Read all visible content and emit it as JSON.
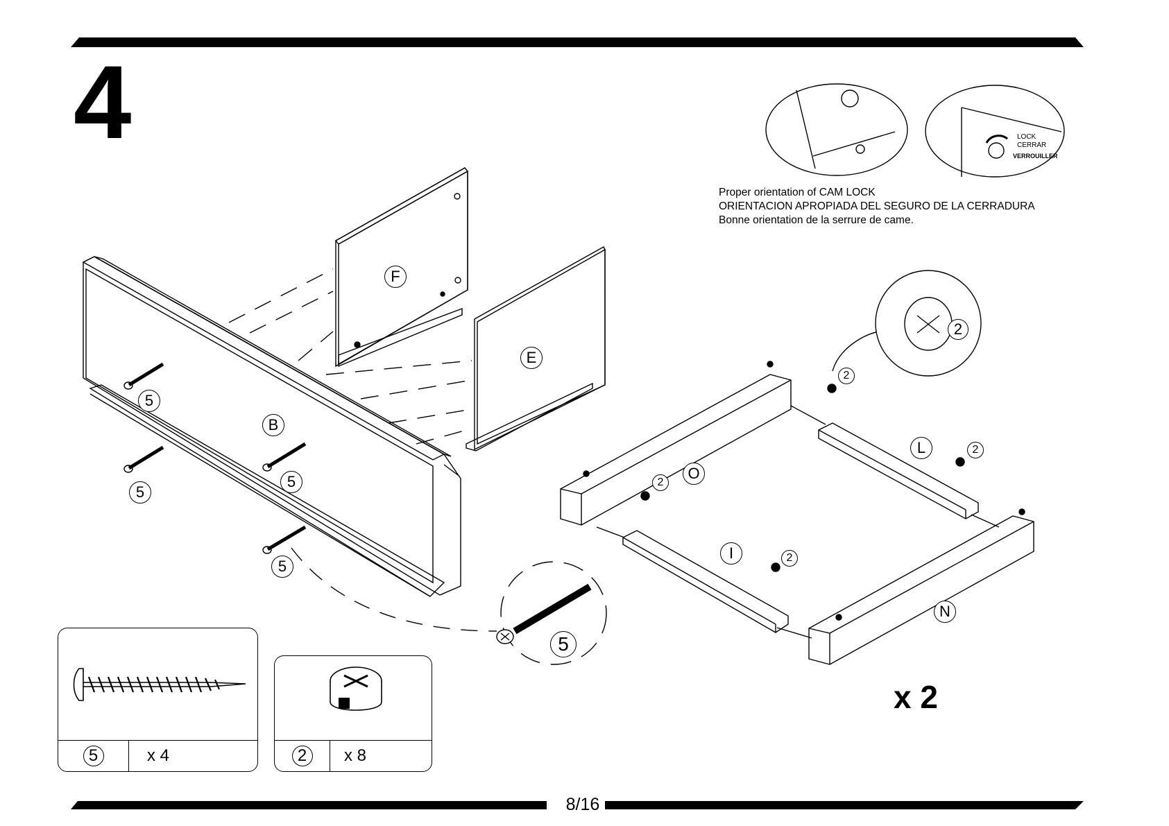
{
  "step": {
    "number": "4"
  },
  "cam_lock_note": {
    "line_en": "Proper orientation of CAM LOCK",
    "line_es": "ORIENTACION APROPIADA DEL SEGURO DE LA CERRADURA",
    "line_fr": "Bonne orientation de la serrure de came."
  },
  "lock_detail": {
    "lock": "LOCK",
    "cerrar": "CERRAR",
    "verrouiller": "VERROUILLER"
  },
  "panels": {
    "F": "F",
    "E": "E",
    "B": "B"
  },
  "frame_parts": {
    "O": "O",
    "L": "L",
    "I": "I",
    "N": "N"
  },
  "hardware_callouts": {
    "screw": "5",
    "cam": "2"
  },
  "multiplier": "x 2",
  "parts_list": [
    {
      "id": "5",
      "qty": "x 4",
      "icon": "screw-icon"
    },
    {
      "id": "2",
      "qty": "x 8",
      "icon": "cam-lock-icon"
    }
  ],
  "page_number": "8/16"
}
